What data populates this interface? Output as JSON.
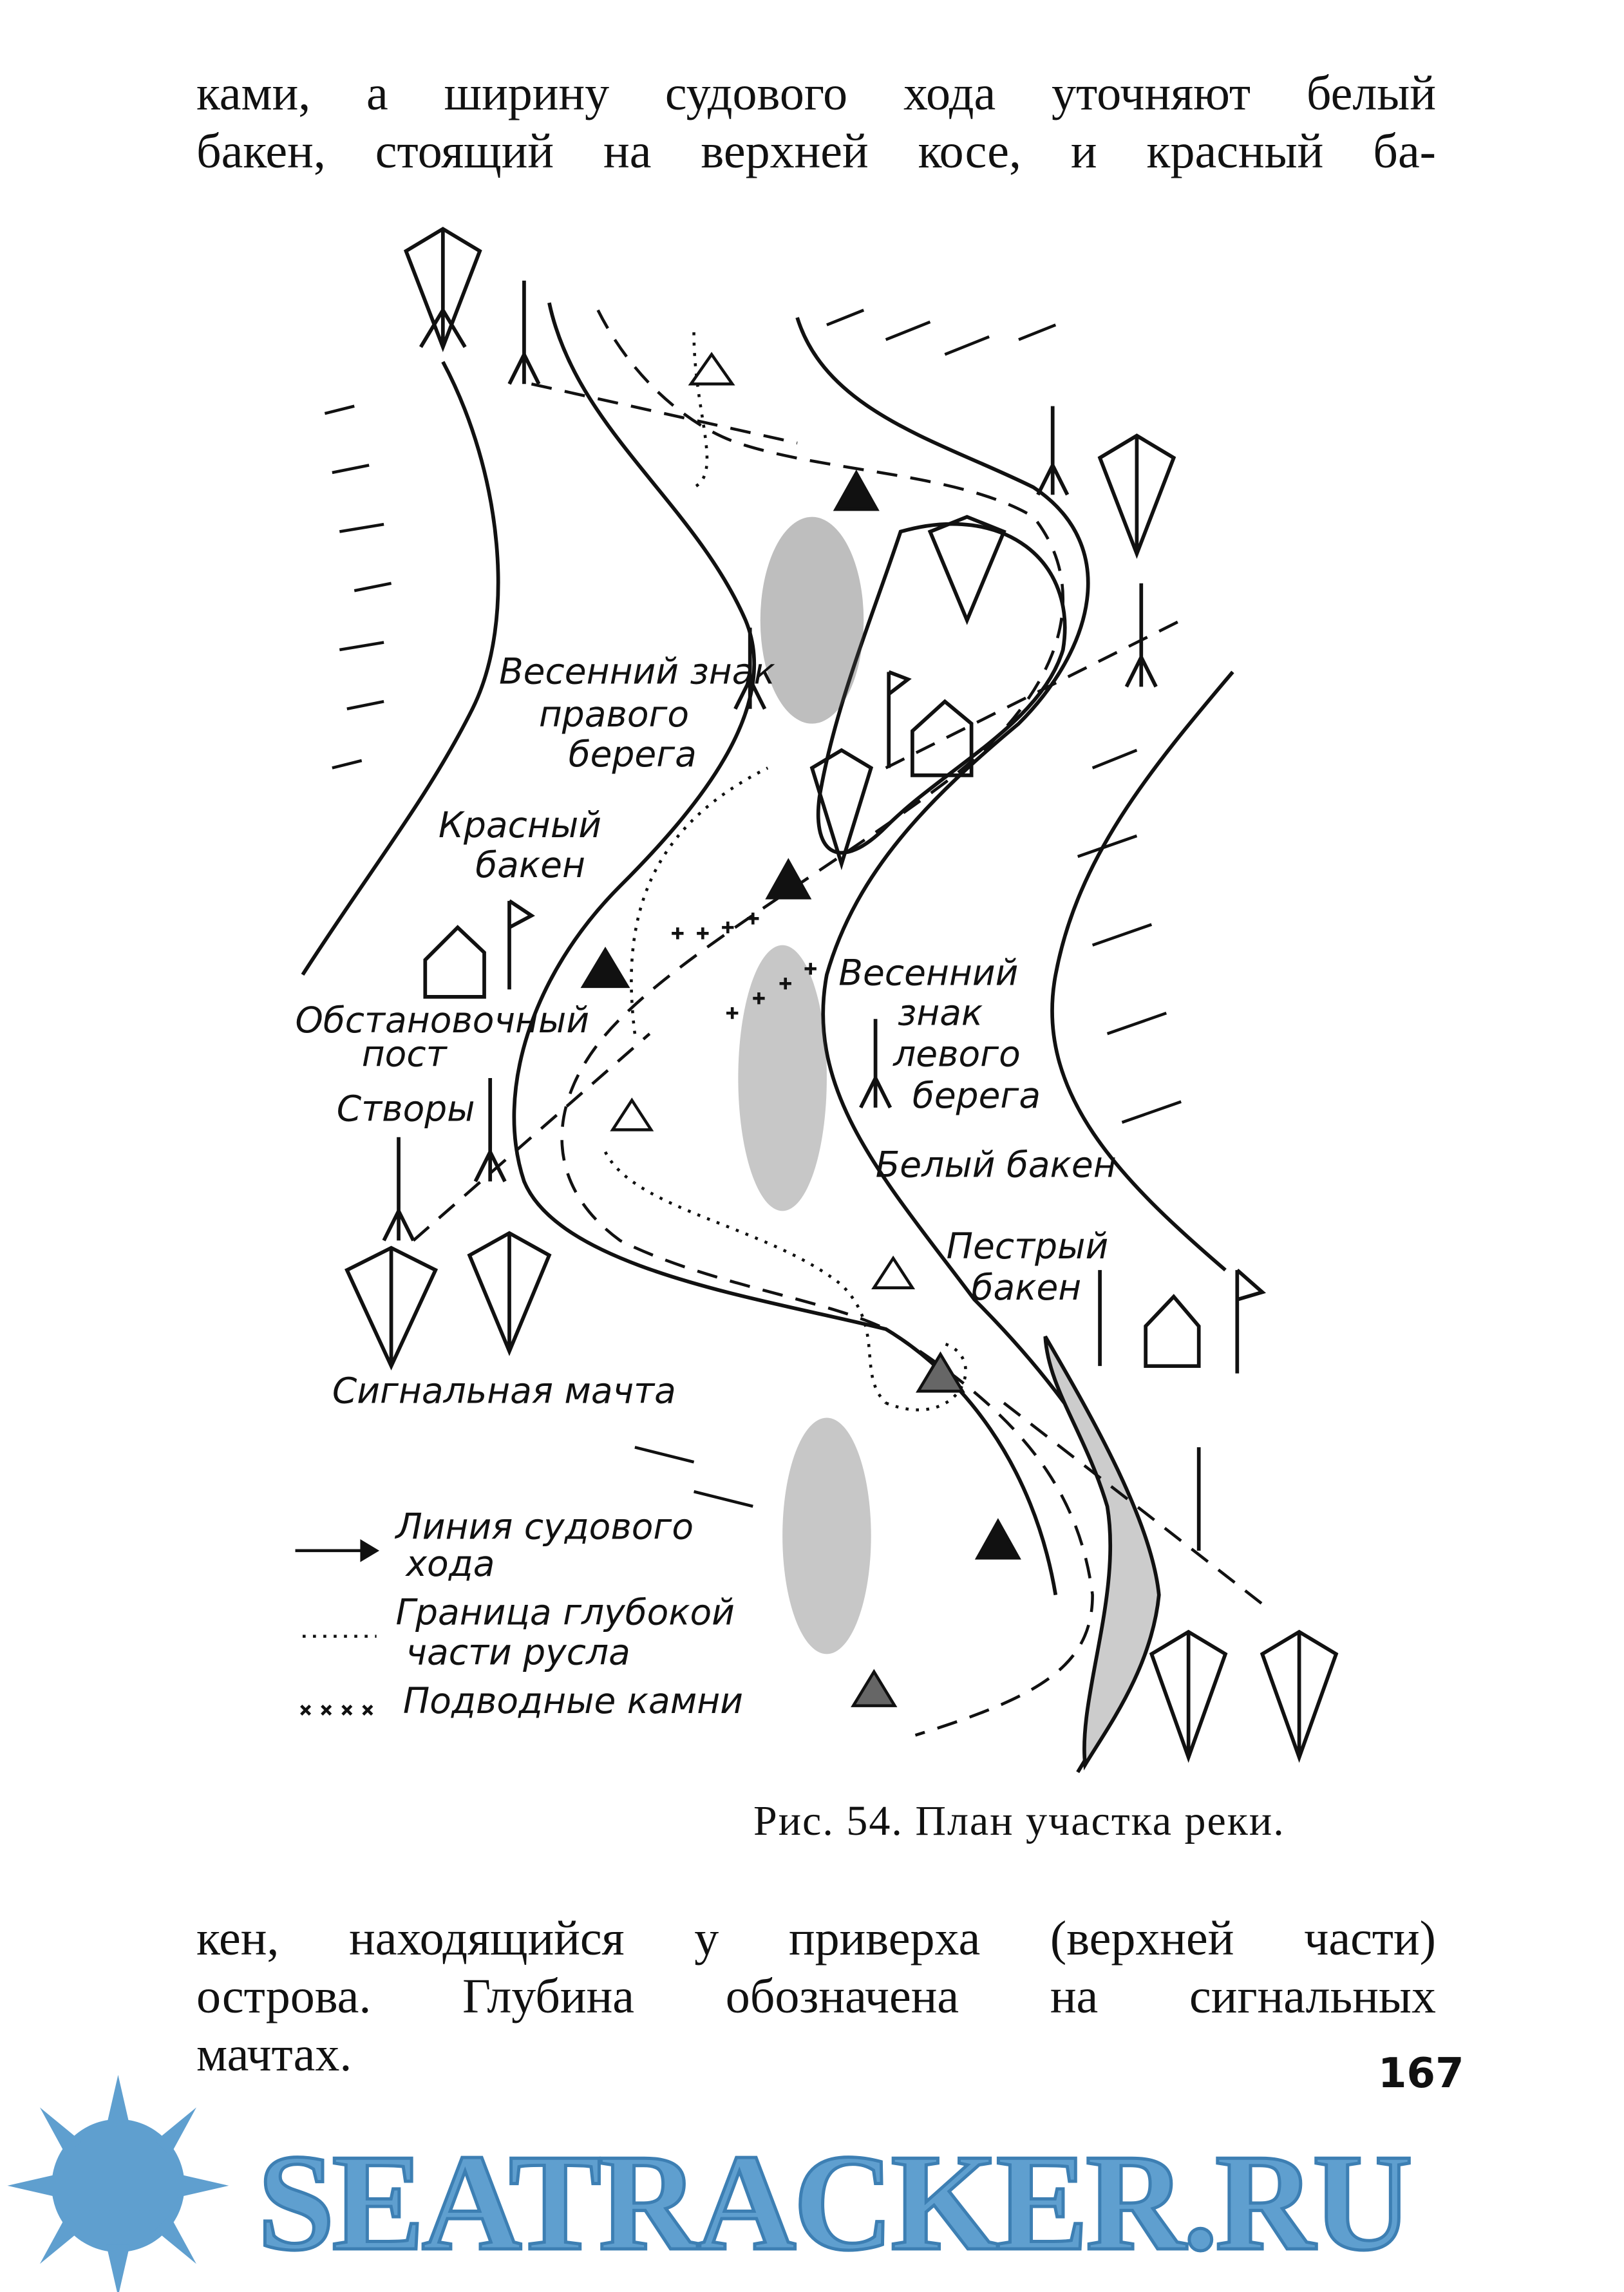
{
  "text_top": [
    "ками, а ширину судового хода уточняют белый",
    "бакен, стоящий на верхней косе, и красный ба-"
  ],
  "figure": {
    "labels": {
      "spring_right": [
        "Весенний знак",
        "правого",
        "берега"
      ],
      "red_buoy": [
        "Красный",
        "бакен"
      ],
      "post": [
        "Обстановочный",
        "пост"
      ],
      "range_marks": "Створы",
      "signal_mast": "Сигнальная мачта",
      "spring_left": [
        "Весенний",
        "знак",
        "левого",
        "берега"
      ],
      "white_buoy": "Белый бакен",
      "mottled_buoy": [
        "Пестрый",
        "бакен"
      ]
    },
    "legend": [
      {
        "icon": "arrow-feather-icon",
        "lines": [
          "Линия судового",
          "хода"
        ]
      },
      {
        "icon": "dotted-line-icon",
        "lines": [
          "Граница глубокой",
          "части русла"
        ]
      },
      {
        "icon": "crosses-icon",
        "lines": [
          "Подводные камни"
        ]
      }
    ],
    "caption": "Рис. 54. План участка реки."
  },
  "text_bottom": [
    "кен, находящийся у приверха (верхней части)",
    "острова. Глубина обозначена на сигнальных",
    "мачтах."
  ],
  "page_number": "167",
  "watermark": {
    "text": "SEATRACKER.RU",
    "color": "#5f9fcf"
  }
}
